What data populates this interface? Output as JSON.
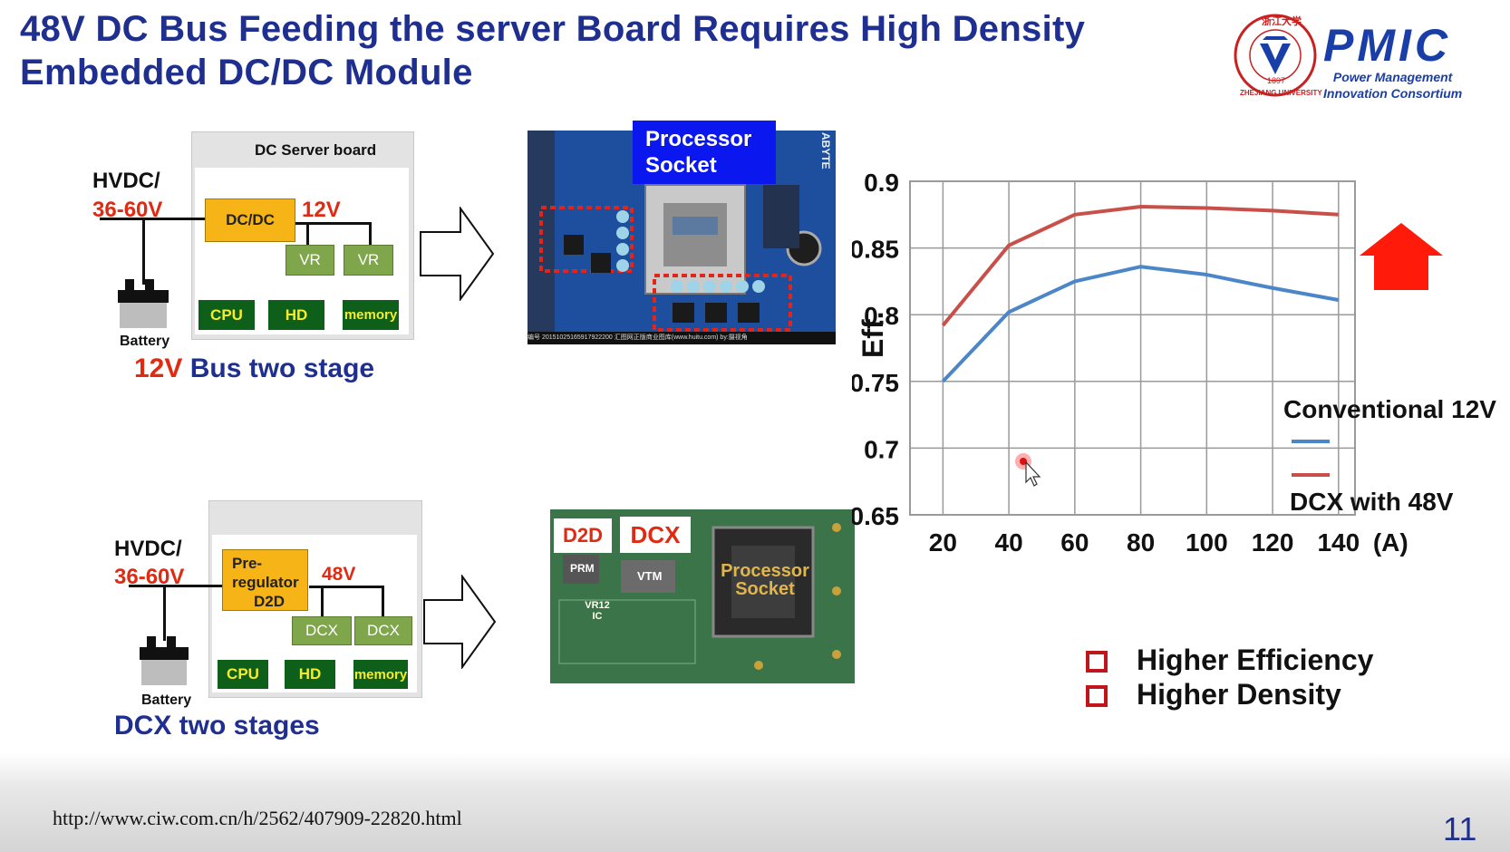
{
  "slide": {
    "title_line1": "48V DC  Bus Feeding the server Board Requires High Density",
    "title_line2": "Embedded DC/DC Module",
    "page_number": "11",
    "source_url": "http://www.ciw.com.cn/h/2562/407909-22820.html"
  },
  "logo": {
    "seal_year": "1897",
    "seal_text": "ZHEJIANG UNIVERSITY",
    "seal_chars": "浙江大学",
    "name": "PMIC",
    "subtitle_line1": "Power Management",
    "subtitle_line2": "Innovation Consortium"
  },
  "diagram_12v": {
    "board_title": "DC Server board",
    "input_label": "HVDC/",
    "input_voltage": "36-60V",
    "converter": "DC/DC",
    "bus_voltage": "12V",
    "vr1": "VR",
    "vr2": "VR",
    "cpu": "CPU",
    "hd": "HD",
    "memory": "memory",
    "battery": "Battery",
    "caption_voltage": "12V",
    "caption_rest": " Bus two stage"
  },
  "diagram_48v": {
    "input_label": "HVDC/",
    "input_voltage": "36-60V",
    "converter_line1": "Pre-",
    "converter_line2": "regulator",
    "converter_line3": "D2D",
    "bus_voltage": "48V",
    "dcx1": "DCX",
    "dcx2": "DCX",
    "cpu": "CPU",
    "hd": "HD",
    "memory": "memory",
    "battery": "Battery",
    "caption": "DCX two stages"
  },
  "photo1": {
    "label_line1": "Processor",
    "label_line2": "Socket",
    "watermark": "编号 20151025165917922200   汇图网正版商业图库(www.huitu.com) by:摄视角",
    "side_text": "ABYTE"
  },
  "photo2": {
    "label_d2d": "D2D",
    "label_dcx": "DCX",
    "chip_prm": "PRM",
    "chip_vtm": "VTM",
    "chip_vr": "VR12 IC",
    "socket_line1": "Processor",
    "socket_line2": "Socket"
  },
  "chart_data": {
    "type": "line",
    "x": [
      20,
      40,
      60,
      80,
      100,
      120,
      140
    ],
    "x_tick_labels": [
      "20",
      "40",
      "60",
      "80",
      "100",
      "120",
      "140"
    ],
    "x_unit": "(A)",
    "ylabel": "Eff.",
    "y_tick_labels": [
      "0.9",
      "0.85",
      "0.8",
      "0.75",
      "0.7",
      "0.65"
    ],
    "xlim": [
      10,
      145
    ],
    "ylim": [
      0.65,
      0.9
    ],
    "grid": true,
    "series": [
      {
        "name": "Conventional 12V",
        "color": "#4a86c8",
        "x": [
          20,
          40,
          60,
          80,
          100,
          120,
          140
        ],
        "values": [
          0.75,
          0.802,
          0.825,
          0.836,
          0.83,
          0.82,
          0.811
        ]
      },
      {
        "name": "DCX with 48V",
        "color": "#c9504a",
        "x": [
          20,
          40,
          60,
          80,
          100,
          120,
          140
        ],
        "values": [
          0.792,
          0.852,
          0.875,
          0.881,
          0.88,
          0.878,
          0.875
        ]
      }
    ],
    "annotation_color": "#ff1a0a"
  },
  "bullets": [
    "Higher Efficiency",
    "Higher Density"
  ],
  "colors": {
    "title_blue": "#1f2f8f",
    "accent_red": "#e02a12",
    "orange_box": "#f7b416",
    "light_green_box": "#80a64c",
    "dark_green_box": "#0d5f1a"
  }
}
